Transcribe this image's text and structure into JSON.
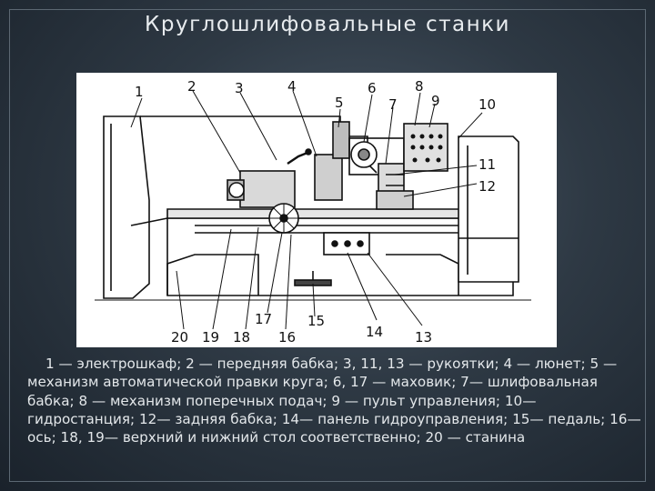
{
  "slide": {
    "title": "Круглошлифовальные станки",
    "caption": "1 — электрошкаф; 2 — передняя бабка; 3, 11, 13 — рукоятки; 4 — люнет; 5 — механизм автоматической правки круга; 6, 17 — маховик; 7— шлифовальная бабка; 8 — механизм поперечных подач; 9 — пульт управления; 10— гидростанция; 12— задняя бабка; 14— панель гидроуправления; 15— педаль; 16— ось; 18, 19— верхний и нижний стол соответственно; 20 — станина"
  },
  "figure": {
    "labels": {
      "n1": "1",
      "n2": "2",
      "n3": "3",
      "n4": "4",
      "n5": "5",
      "n6": "6",
      "n7": "7",
      "n8": "8",
      "n9": "9",
      "n10": "10",
      "n11": "11",
      "n12": "12",
      "n13": "13",
      "n14": "14",
      "n15": "15",
      "n16": "16",
      "n17": "17",
      "n18": "18",
      "n19": "19",
      "n20": "20"
    }
  }
}
